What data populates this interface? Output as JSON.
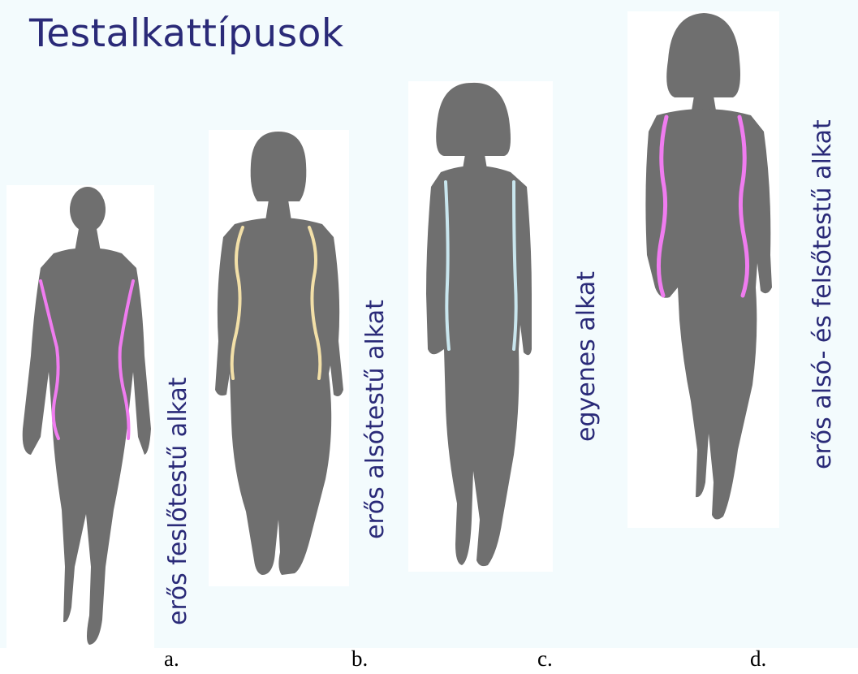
{
  "title": "Testalkattípusok",
  "figures": [
    {
      "label": "erős feslőtestű  alkat",
      "caption": "a.",
      "line_color": "#f07cf0"
    },
    {
      "label": "erős alsótestű  alkat",
      "caption": "b.",
      "line_color": "#f3e0a8"
    },
    {
      "label": "egyenes alkat",
      "caption": "c.",
      "line_color": "#c9e6ee"
    },
    {
      "label": "erős alsó- és felsőtestű  alkat",
      "caption": "d.",
      "line_color": "#f07cf0"
    }
  ],
  "colors": {
    "background": "#f3fbfd",
    "silhouette": "#6f6f6f",
    "text": "#2a2a78"
  }
}
